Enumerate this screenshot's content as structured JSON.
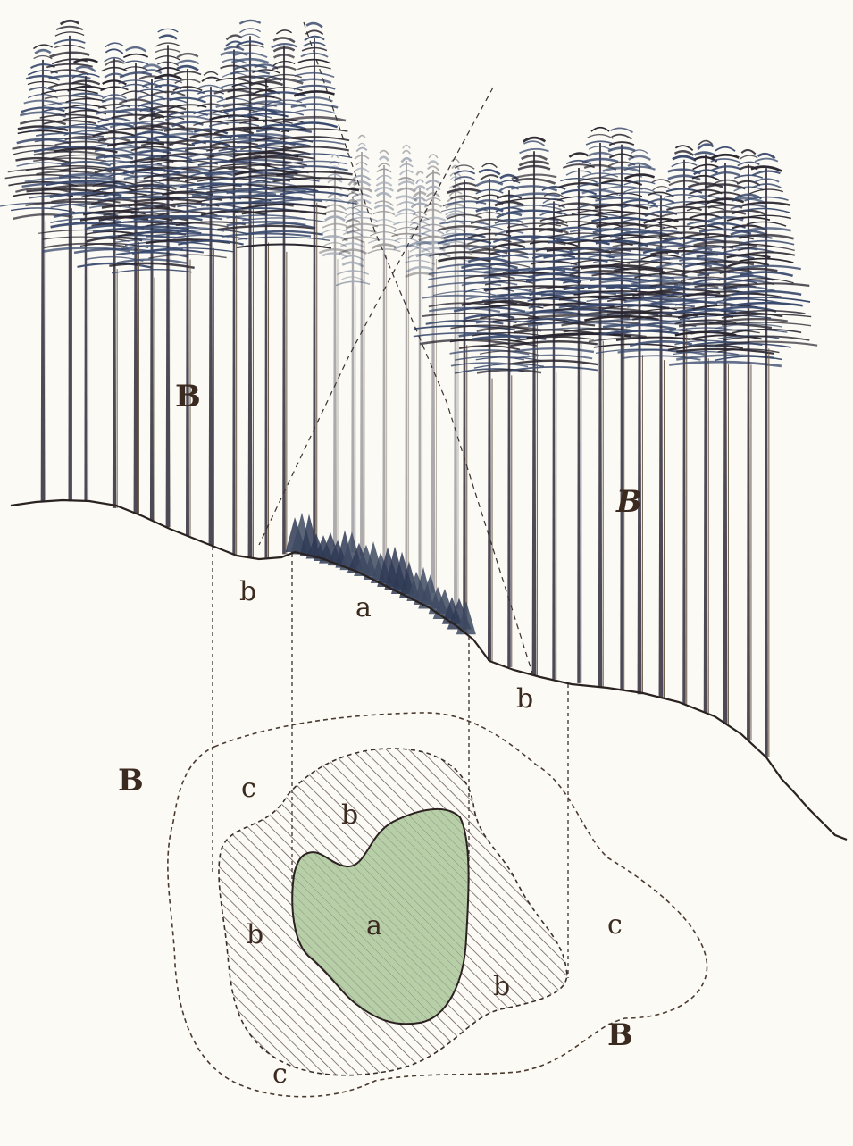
{
  "figure": {
    "upper_labels": {
      "stand_left": "B",
      "stand_right": "B",
      "gap_left": "b",
      "regeneration": "a",
      "gap_right": "b"
    },
    "plan_labels": {
      "outer_left": "B",
      "outer_right": "B",
      "zone_c_top": "c",
      "zone_c_right": "c",
      "zone_c_bottom": "c",
      "zone_b_top": "b",
      "zone_b_left": "b",
      "zone_b_right": "b",
      "core": "a"
    }
  },
  "colors": {
    "ink": "#3b2a20",
    "trunk_dark": "#2e2a3a",
    "foliage_blue": "#3a4a6e",
    "core_green": "#b7cfa6",
    "hatch": "#5a4a4a",
    "paper": "#fbfaf4"
  }
}
